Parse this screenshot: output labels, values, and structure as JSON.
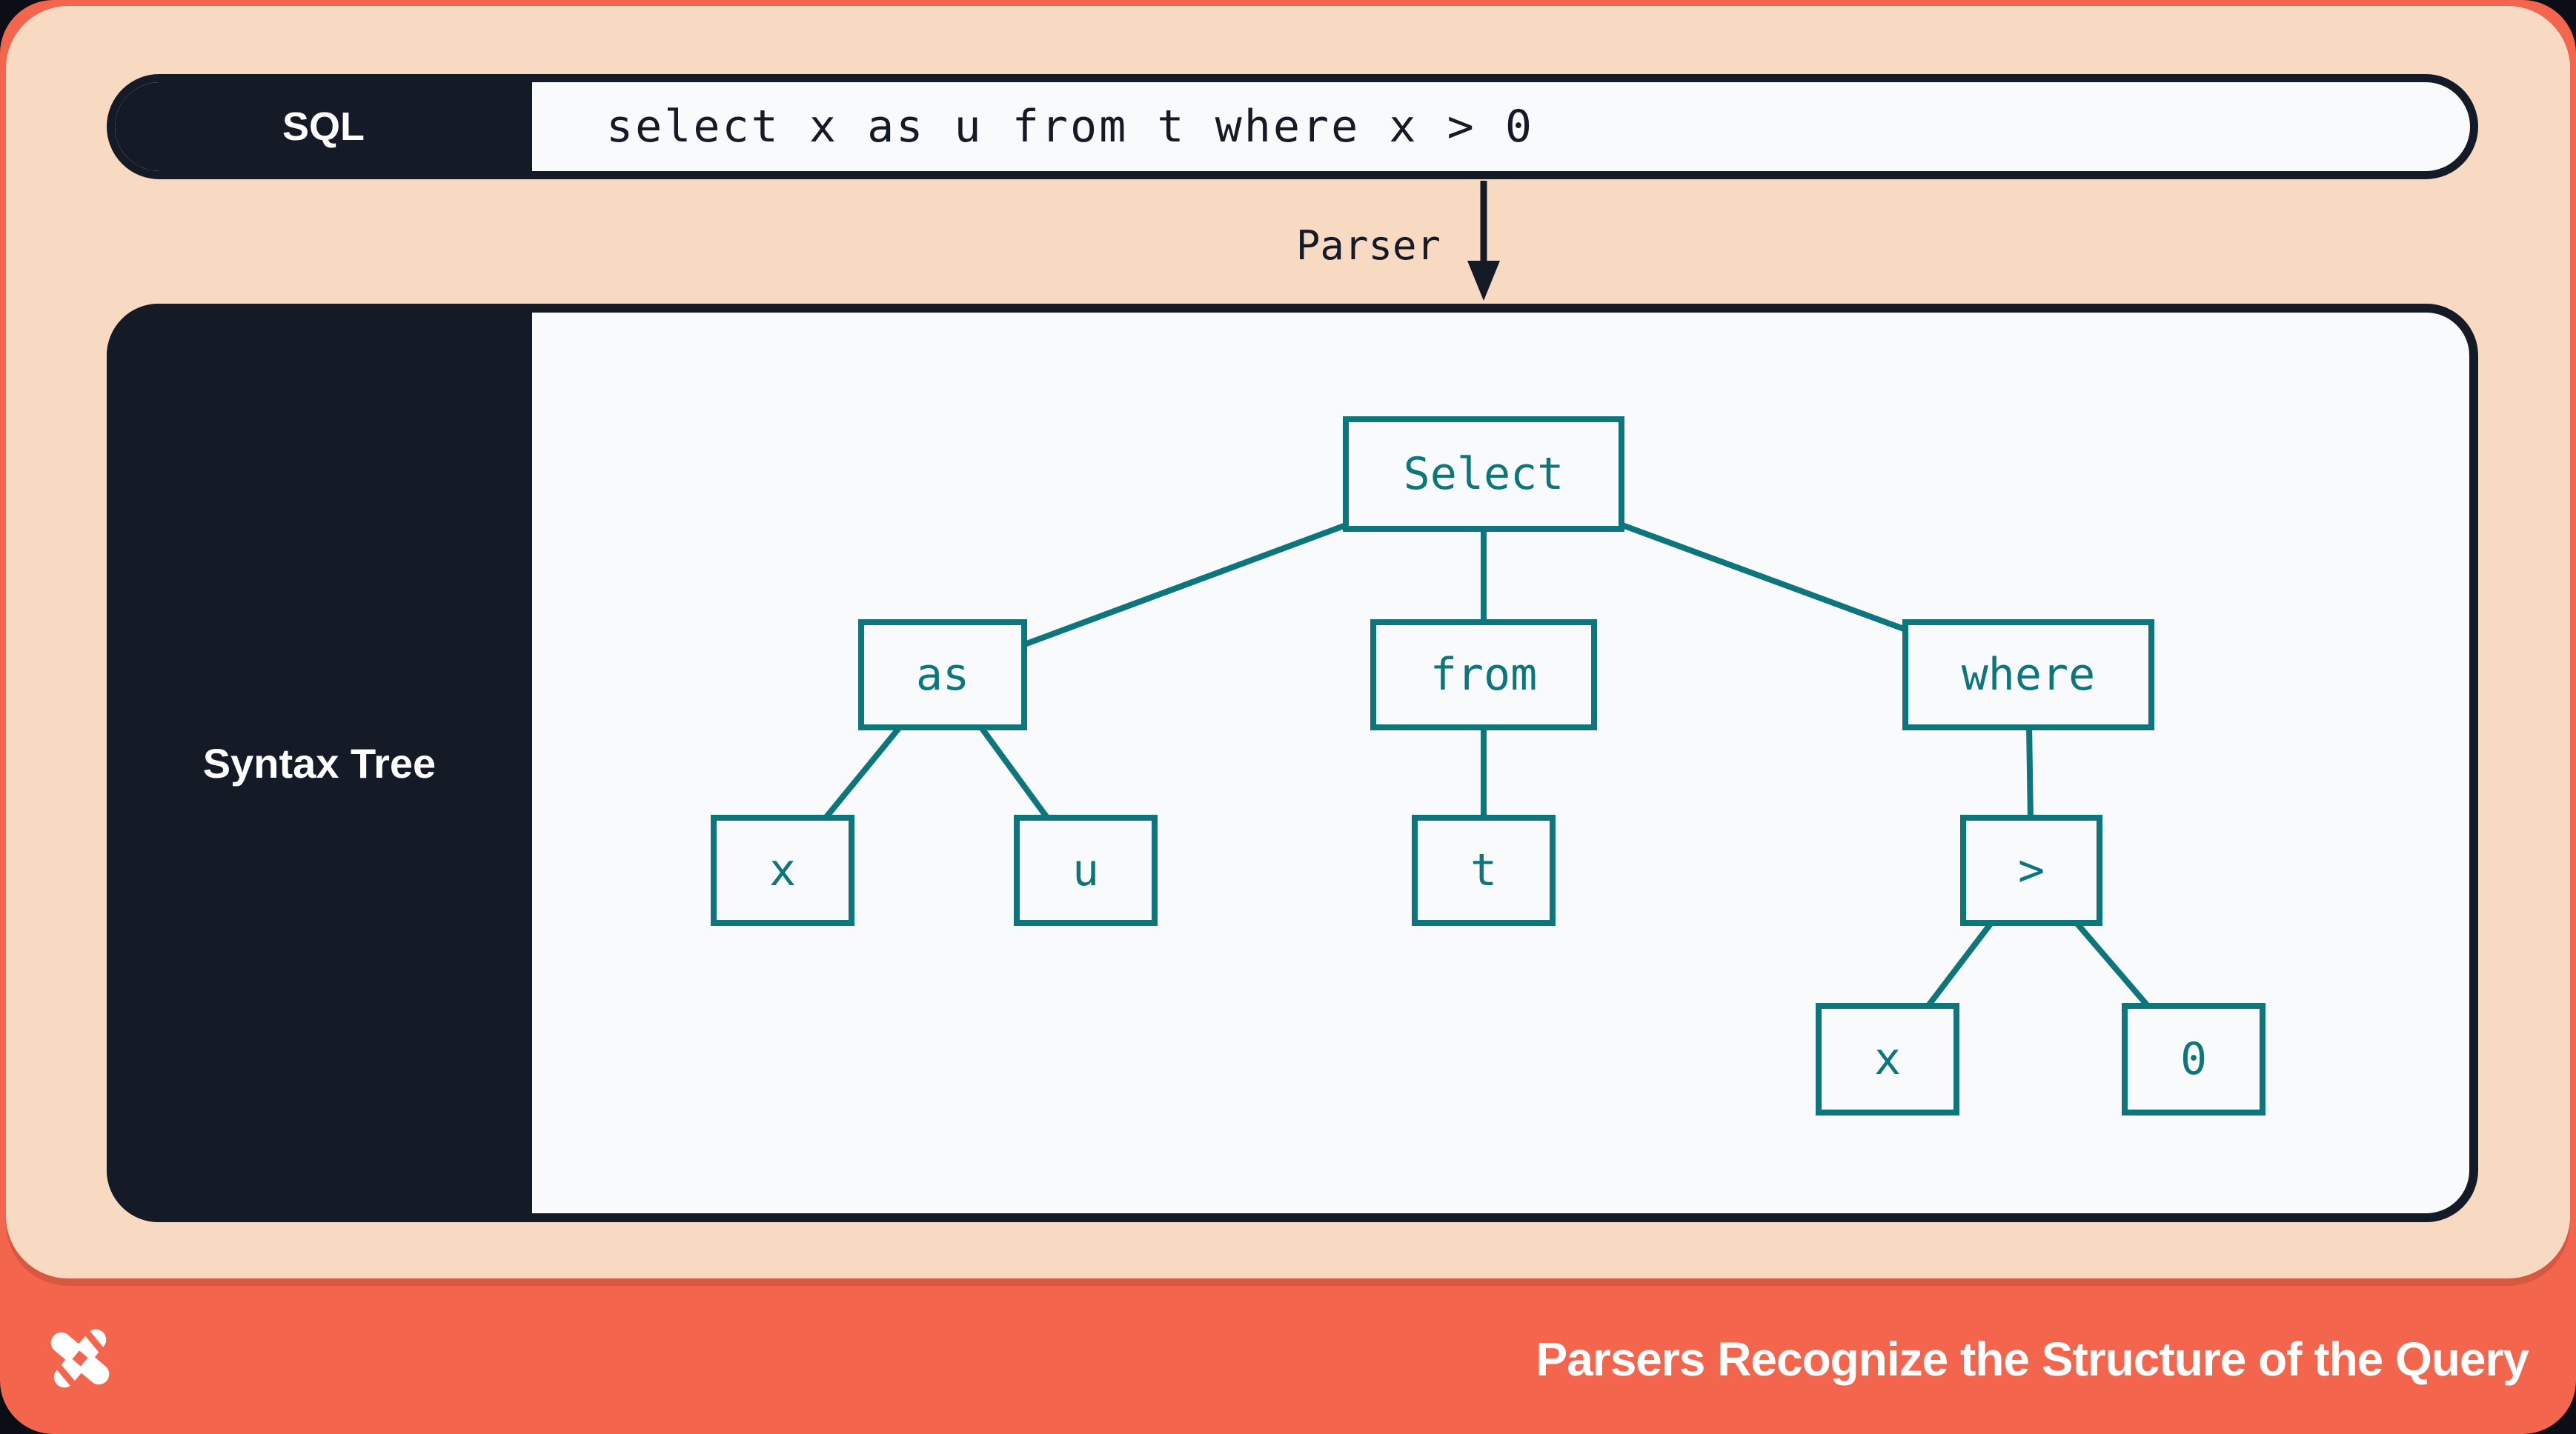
{
  "slide": {
    "sql_bar": {
      "label": "SQL",
      "code": "select x as u from t where x > 0"
    },
    "parser": {
      "label": "Parser"
    },
    "tree_panel": {
      "label": "Syntax Tree"
    },
    "footer": {
      "title": "Parsers Recognize the Structure of the Query",
      "logo": "pinwheel-x-logo"
    },
    "colors": {
      "coral": "#f4654d",
      "peach": "#f8d9c2",
      "navy": "#151a27",
      "teal": "#0d757c",
      "paper": "#f9fafb"
    }
  },
  "tree": {
    "nodes": [
      {
        "label": "Select"
      },
      {
        "label": "as"
      },
      {
        "label": "from"
      },
      {
        "label": "where"
      },
      {
        "label": "x"
      },
      {
        "label": "u"
      },
      {
        "label": "t"
      },
      {
        "label": ">"
      },
      {
        "label": "x"
      },
      {
        "label": "0"
      }
    ],
    "edges": [
      {
        "from": "Select",
        "to": "as"
      },
      {
        "from": "Select",
        "to": "from"
      },
      {
        "from": "Select",
        "to": "where"
      },
      {
        "from": "as",
        "to": "x"
      },
      {
        "from": "as",
        "to": "u"
      },
      {
        "from": "from",
        "to": "t"
      },
      {
        "from": "where",
        "to": ">"
      },
      {
        "from": ">",
        "to": "x"
      },
      {
        "from": ">",
        "to": "0"
      }
    ]
  }
}
